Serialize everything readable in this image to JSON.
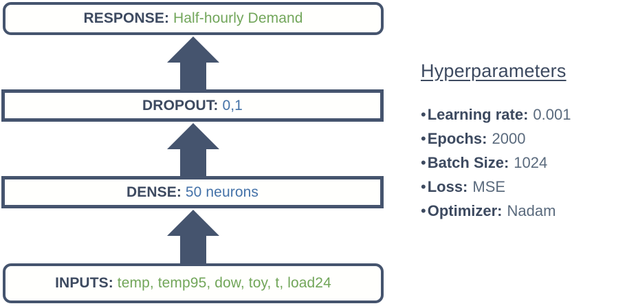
{
  "diagram": {
    "layers": [
      {
        "id": "response",
        "label": "RESPONSE:",
        "value": "Half-hourly Demand",
        "value_color": "#72a65a",
        "shape": "rounded"
      },
      {
        "id": "dropout",
        "label": "DROPOUT:",
        "value": "0,1",
        "value_color": "#4472a8",
        "shape": "square"
      },
      {
        "id": "dense",
        "label": "DENSE:",
        "value": "50 neurons",
        "value_color": "#4472a8",
        "shape": "square"
      },
      {
        "id": "inputs",
        "label": "INPUTS:",
        "value": "temp, temp95, dow, toy, t, load24",
        "value_color": "#72a65a",
        "shape": "rounded"
      }
    ],
    "arrows": [
      {
        "name": "arrow-dropout-to-response",
        "direction": "up"
      },
      {
        "name": "arrow-dense-to-dropout",
        "direction": "up"
      },
      {
        "name": "arrow-inputs-to-dense",
        "direction": "up"
      }
    ],
    "arrow_color": "#45546e",
    "box_border_color": "#45546e",
    "label_color": "#3d4a60"
  },
  "hyperparameters": {
    "title": "Hyperparameters",
    "bullet_glyph": "•",
    "items": [
      {
        "key": "Learning rate:",
        "value": "0.001"
      },
      {
        "key": "Epochs:",
        "value": "2000"
      },
      {
        "key": "Batch Size:",
        "value": "1024"
      },
      {
        "key": "Loss:",
        "value": "MSE"
      },
      {
        "key": "Optimizer:",
        "value": "Nadam"
      }
    ]
  }
}
